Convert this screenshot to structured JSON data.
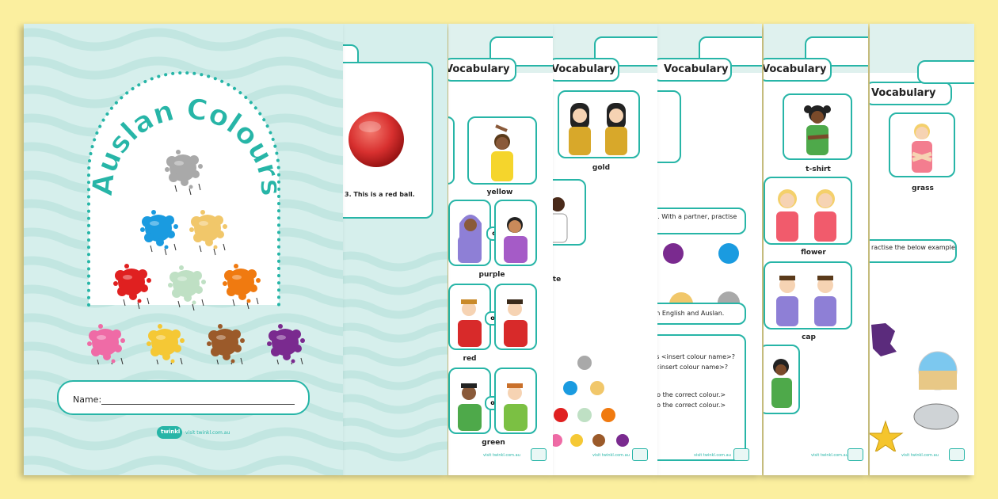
{
  "cover": {
    "title": "Auslan Colours",
    "name_label": "Name:",
    "brand": "twinkl",
    "url": "visit twinkl.com.au"
  },
  "colors": {
    "teal": "#27b5a7",
    "background": "#fbef9f",
    "cover_bg": "#d6efec",
    "red_ball": "#d8302f"
  },
  "splats": [
    "#a9a9a9",
    "#1a9be0",
    "#f1c76a",
    "#e02020",
    "#bfe0c4",
    "#f07a10",
    "#ef6ba6",
    "#f5c835",
    "#9b5a2a",
    "#7a2a8f"
  ],
  "page2": {
    "caption": "3. This is a red ball."
  },
  "page3": {
    "heading": "Vocabulary",
    "labels": {
      "yellow": "yellow",
      "purple": "purple",
      "red": "red",
      "green": "green"
    },
    "or": "or",
    "url": "visit twinkl.com.au"
  },
  "page4": {
    "heading": "Vocabulary",
    "gold": "gold",
    "partial_label": "te",
    "url": "visit twinkl.com.au"
  },
  "page5": {
    "heading": "Vocabulary",
    "line1": "s. With a partner, practise",
    "line2": "in English and Auslan.",
    "line3": "is <insert colour name>?",
    "line4": "<insert colour name>?",
    "line5": "to the correct colour.>",
    "line6": "to the correct colour.>",
    "url": "visit twinkl.com.au"
  },
  "page6": {
    "heading": "Vocabulary",
    "tshirt": "t-shirt",
    "flower": "flower",
    "cap": "cap",
    "url": "visit twinkl.com.au"
  },
  "page7": {
    "heading": "Vocabulary",
    "grass": "grass",
    "prompt": "ractise the below example",
    "url": "visit twinkl.com.au"
  }
}
